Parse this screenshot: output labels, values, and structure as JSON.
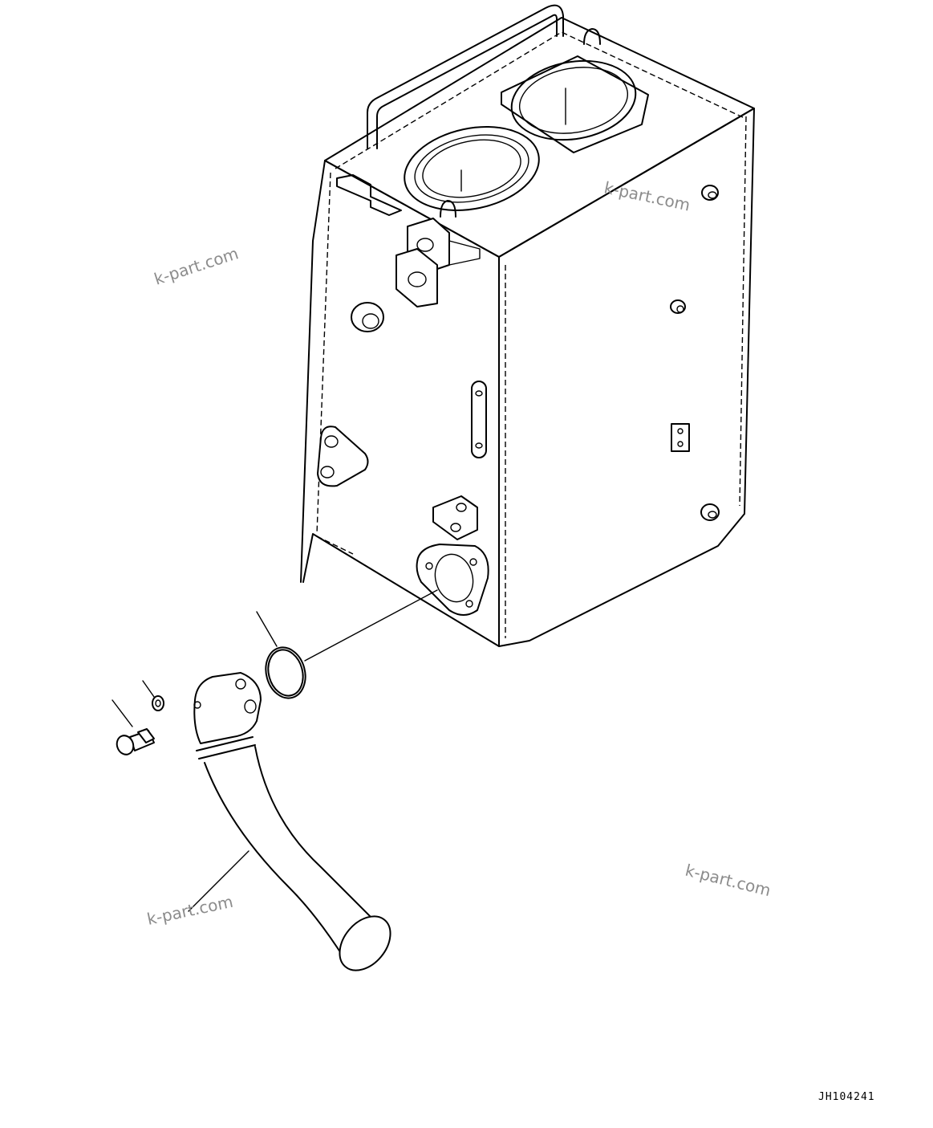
{
  "diagram": {
    "watermarks": [
      "k-part.com",
      "k-part.com",
      "k-part.com",
      "k-part.com"
    ],
    "drawing_code": "JH104241"
  }
}
